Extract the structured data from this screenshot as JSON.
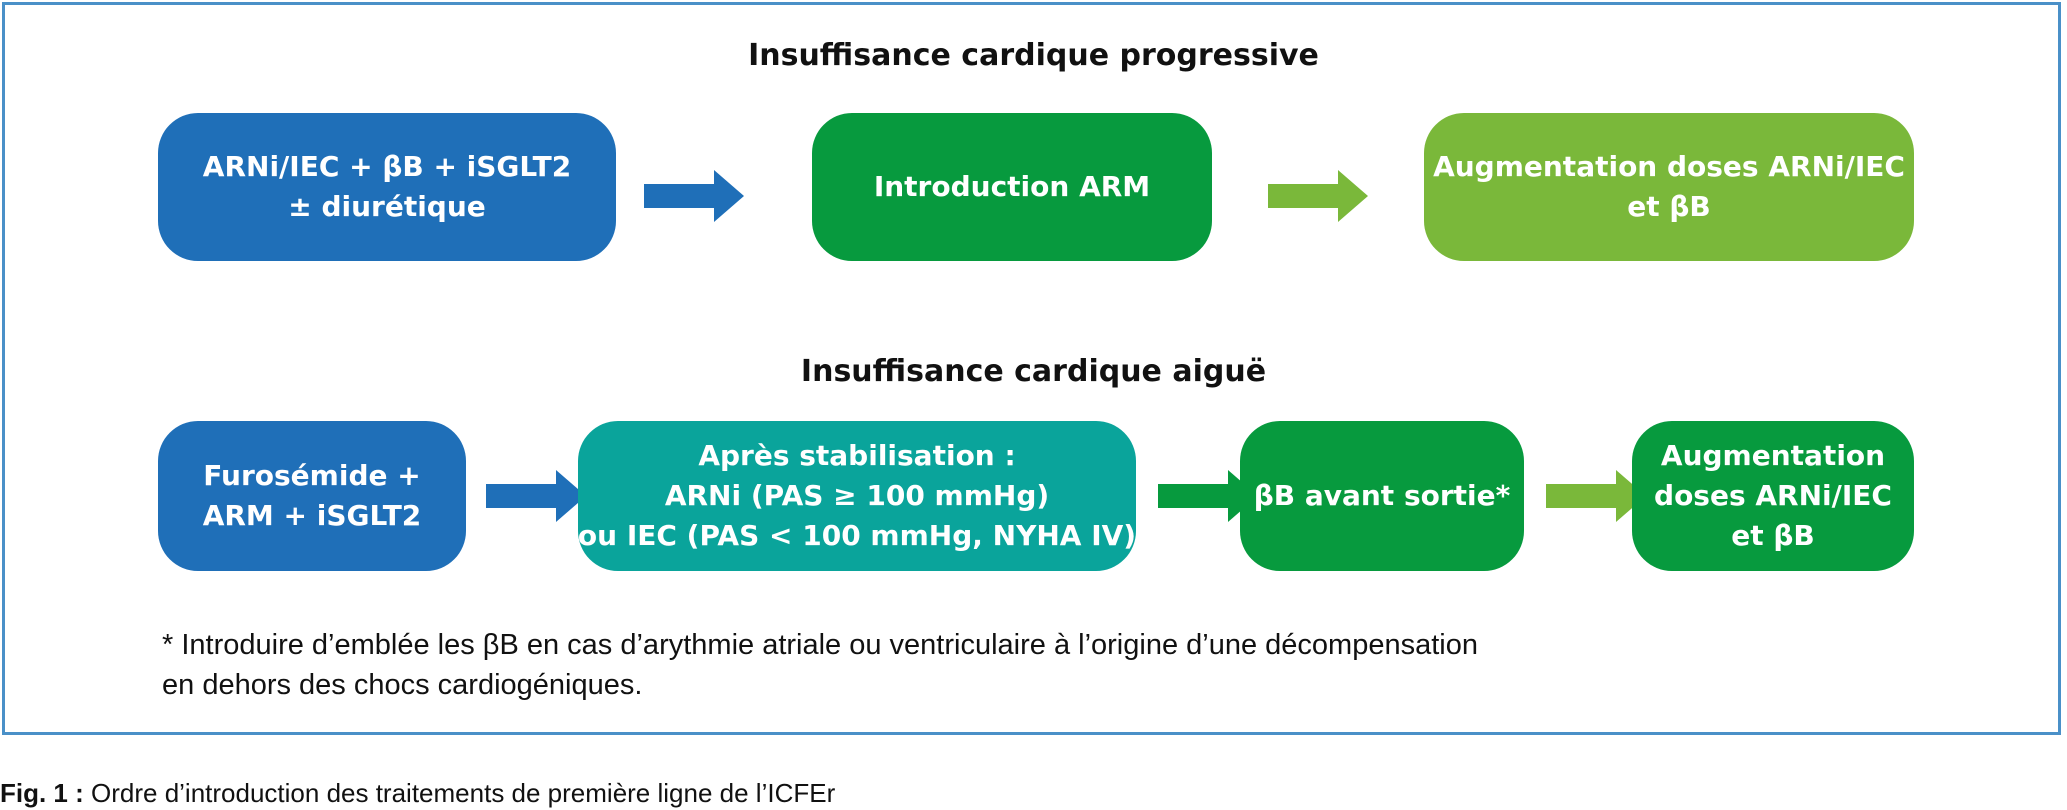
{
  "colors": {
    "frame": "#4a90c8",
    "blue": "#1f6fb8",
    "teal": "#0aa49b",
    "green": "#079a3e",
    "lime": "#7ab83a"
  },
  "progressive": {
    "title": "Insuffisance cardique progressive",
    "boxes": [
      {
        "lines": [
          "ARNi/IEC + βB + iSGLT2",
          "± diurétique"
        ]
      },
      {
        "lines": [
          "Introduction ARM"
        ]
      },
      {
        "lines": [
          "Augmentation doses ARNi/IEC",
          "et βB"
        ]
      }
    ]
  },
  "acute": {
    "title": "Insuffisance cardique aiguë",
    "boxes": [
      {
        "lines": [
          "Furosémide +",
          "ARM + iSGLT2"
        ]
      },
      {
        "lines": [
          "Après stabilisation :",
          "ARNi (PAS ≥ 100 mmHg)",
          "ou IEC (PAS < 100 mmHg, NYHA IV)"
        ]
      },
      {
        "lines": [
          "βB avant sortie*"
        ]
      },
      {
        "lines": [
          "Augmentation",
          "doses ARNi/IEC",
          "et βB"
        ]
      }
    ]
  },
  "footnote": {
    "lines": [
      "* Introduire d’emblée les βB en cas d’arythmie atriale ou ventriculaire à l’origine d’une décompensation",
      "en dehors des chocs cardiogéniques."
    ]
  },
  "caption": {
    "label": "Fig. 1 :",
    "text": " Ordre d’introduction des traitements de première ligne de l’ICFEr"
  }
}
